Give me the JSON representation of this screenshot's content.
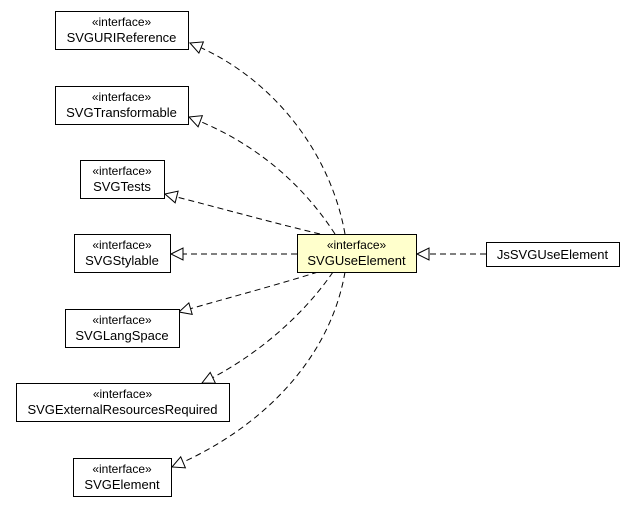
{
  "diagram": {
    "stereotype": "«interface»",
    "nodes": [
      {
        "id": "svguri",
        "stereotype": "«interface»",
        "name": "SVGURIReference",
        "highlight": false
      },
      {
        "id": "svgtrans",
        "stereotype": "«interface»",
        "name": "SVGTransformable",
        "highlight": false
      },
      {
        "id": "svgtests",
        "stereotype": "«interface»",
        "name": "SVGTests",
        "highlight": false
      },
      {
        "id": "svgstyl",
        "stereotype": "«interface»",
        "name": "SVGStylable",
        "highlight": false
      },
      {
        "id": "svglang",
        "stereotype": "«interface»",
        "name": "SVGLangSpace",
        "highlight": false
      },
      {
        "id": "svgext",
        "stereotype": "«interface»",
        "name": "SVGExternalResourcesRequired",
        "highlight": false
      },
      {
        "id": "svgelem",
        "stereotype": "«interface»",
        "name": "SVGElement",
        "highlight": false
      },
      {
        "id": "svguse",
        "stereotype": "«interface»",
        "name": "SVGUseElement",
        "highlight": true
      },
      {
        "id": "jsuse",
        "stereotype": "",
        "name": "JsSVGUseElement",
        "highlight": false
      }
    ],
    "edges": [
      {
        "from": "svguse",
        "to": "svguri",
        "style": "dashed",
        "arrow": "hollow-triangle"
      },
      {
        "from": "svguse",
        "to": "svgtrans",
        "style": "dashed",
        "arrow": "hollow-triangle"
      },
      {
        "from": "svguse",
        "to": "svgtests",
        "style": "dashed",
        "arrow": "hollow-triangle"
      },
      {
        "from": "svguse",
        "to": "svgstyl",
        "style": "dashed",
        "arrow": "hollow-triangle"
      },
      {
        "from": "svguse",
        "to": "svglang",
        "style": "dashed",
        "arrow": "hollow-triangle"
      },
      {
        "from": "svguse",
        "to": "svgext",
        "style": "dashed",
        "arrow": "hollow-triangle"
      },
      {
        "from": "svguse",
        "to": "svgelem",
        "style": "dashed",
        "arrow": "hollow-triangle"
      },
      {
        "from": "jsuse",
        "to": "svguse",
        "style": "dashed",
        "arrow": "hollow-triangle"
      }
    ],
    "colors": {
      "highlight_fill": "#ffffcc",
      "box_fill": "#ffffff",
      "stroke": "#000000"
    }
  }
}
